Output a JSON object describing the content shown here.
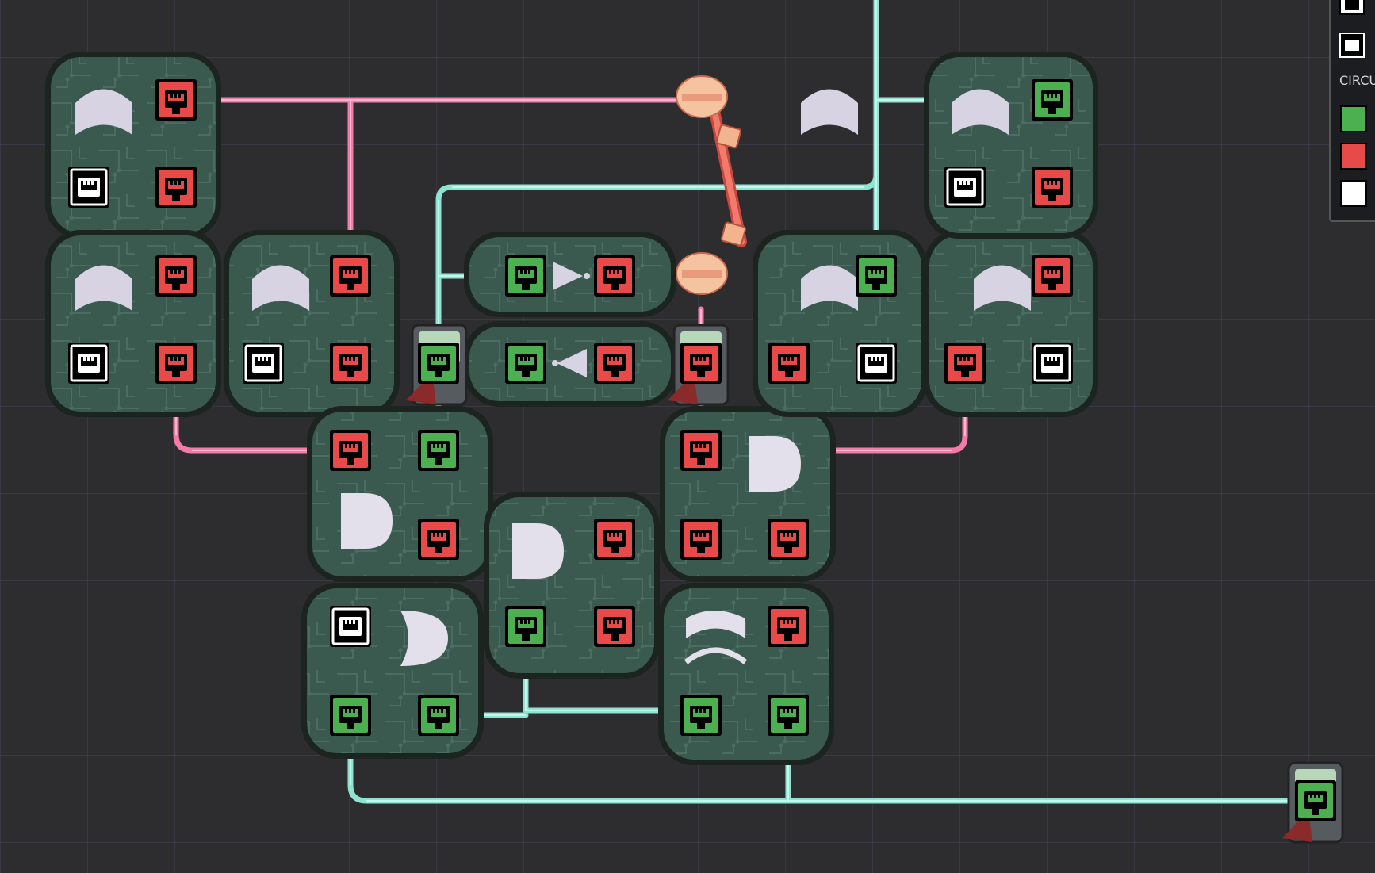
{
  "legend": {
    "title": "CIRCU",
    "swatches": [
      {
        "name": "green-swatch",
        "color": "#4caf50"
      },
      {
        "name": "red-swatch",
        "color": "#e84a4a"
      },
      {
        "name": "white-swatch",
        "color": "#ffffff"
      }
    ]
  },
  "colors": {
    "background": "#2d2d2f",
    "tile": "#3a5a50",
    "tile_border": "#1c2420",
    "wire_red": "#f47aa8",
    "wire_green": "#8fe3d3",
    "port_red": "#e84a4a",
    "port_green": "#4caf50",
    "port_white": "#ffffff",
    "bridge": "#f2b48e"
  }
}
